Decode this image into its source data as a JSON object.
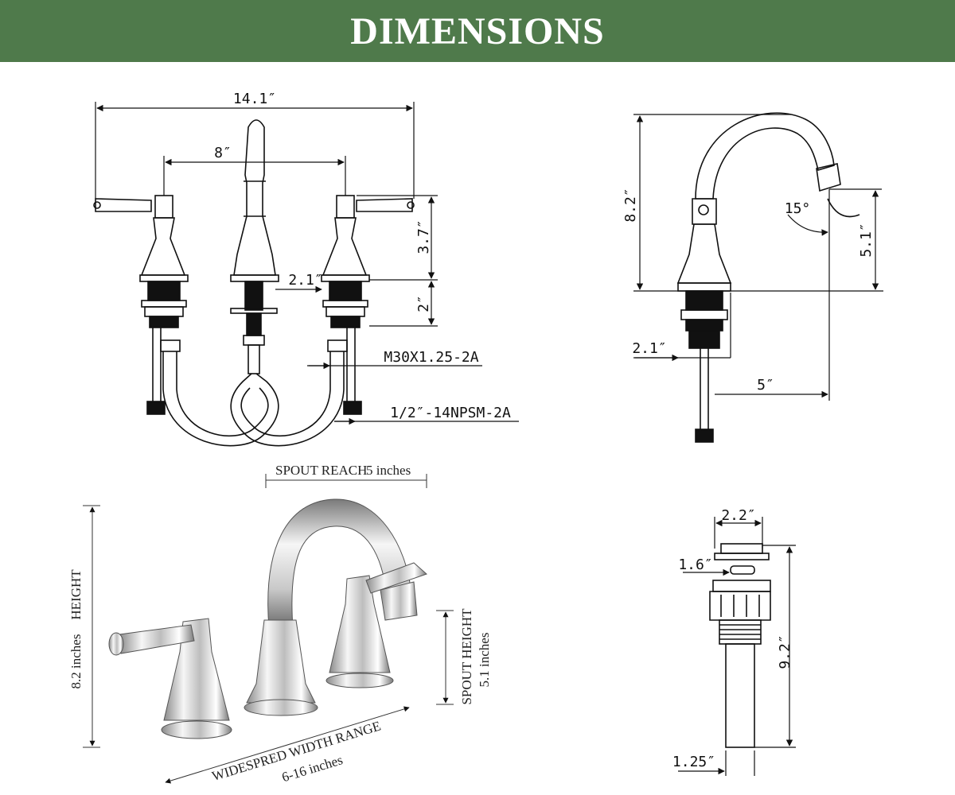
{
  "header": {
    "title": "DIMENSIONS"
  },
  "front_view": {
    "width_total": "14.1″",
    "center_spacing": "8″",
    "handle_height": "3.7″",
    "shank_length": "2″",
    "spout_base": "2.1″",
    "thread_spec": "M30X1.25-2A",
    "supply_spec": "1/2″-14NPSM-2A"
  },
  "side_view": {
    "height": "8.2″",
    "angle": "15°",
    "spout_height": "5.1″",
    "base_width": "2.1″",
    "reach": "5″"
  },
  "photo": {
    "spout_reach_label": "SPOUT REACH",
    "spout_reach_value": "5 inches",
    "height_label": "HEIGHT",
    "height_value": "8.2 inches",
    "spout_height_label": "SPOUT HEIGHT",
    "spout_height_value": "5.1 inches",
    "width_label": "WIDESPRED WIDTH RANGE",
    "width_value": "6-16 inches"
  },
  "drain": {
    "cap_width": "2.2″",
    "cap_gap": "1.6″",
    "length": "9.2″",
    "tail_diameter": "1.25″"
  },
  "colors": {
    "banner": "#4f7a4b",
    "line": "#111111",
    "chrome_light": "#f2f2f2",
    "chrome_dark": "#6e6e6e"
  }
}
